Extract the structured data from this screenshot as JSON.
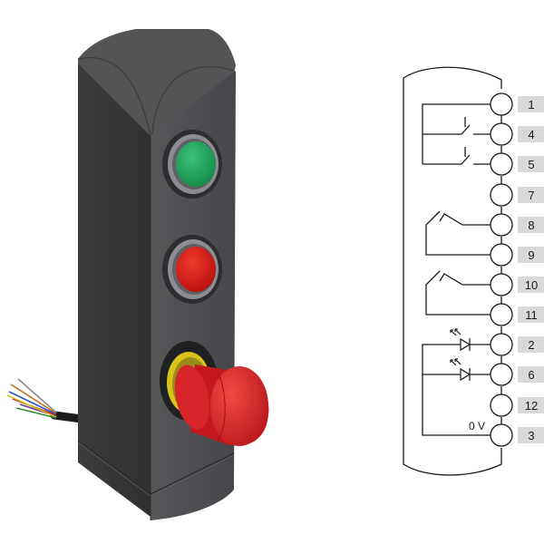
{
  "device": {
    "buttons": [
      {
        "name": "green-pushbutton",
        "color": "#1fa35a"
      },
      {
        "name": "red-pushbutton",
        "color": "#e01c1c"
      }
    ],
    "emergency_stop": {
      "color": "#e3262b",
      "ring_color": "#d9c21a"
    },
    "housing_color": "#4a4c4f"
  },
  "wiring_diagram": {
    "terminals": [
      "1",
      "4",
      "5",
      "7",
      "8",
      "9",
      "10",
      "11",
      "2",
      "6",
      "12",
      "3"
    ],
    "ground_label": "0 V",
    "label_box_color": "#d9d9d9"
  }
}
